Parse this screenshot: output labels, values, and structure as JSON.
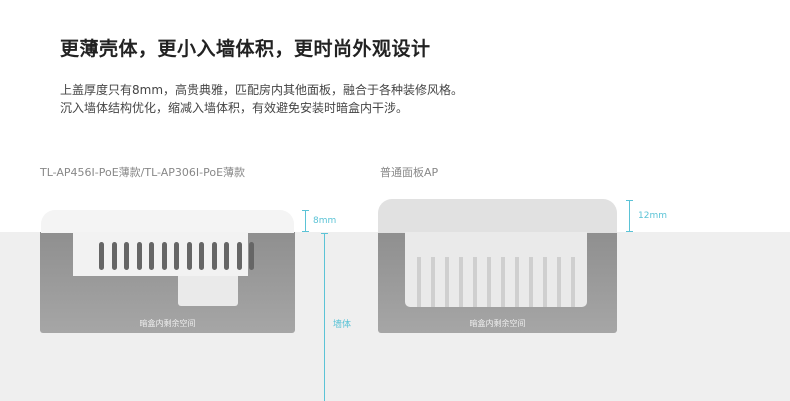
{
  "title": "更薄壳体，更小入墙体积，更时尚外观设计",
  "desc": [
    "上盖厚度只有8mm，高贵典雅，匹配房内其他面板，融合于各种装修风格。",
    "沉入墙体结构优化，缩减入墙体积，有效避免安装时暗盒内干涉。"
  ],
  "left": {
    "caption": "TL-AP456I-PoE薄款/TL-AP306I-PoE薄款",
    "thickness": "8mm",
    "space_label": "暗盒内剩余空间"
  },
  "right": {
    "caption": "普通面板AP",
    "thickness": "12mm",
    "space_label": "暗盒内剩余空间"
  },
  "wall_label": "墙体",
  "colors": {
    "accent": "#5bc3d6"
  }
}
